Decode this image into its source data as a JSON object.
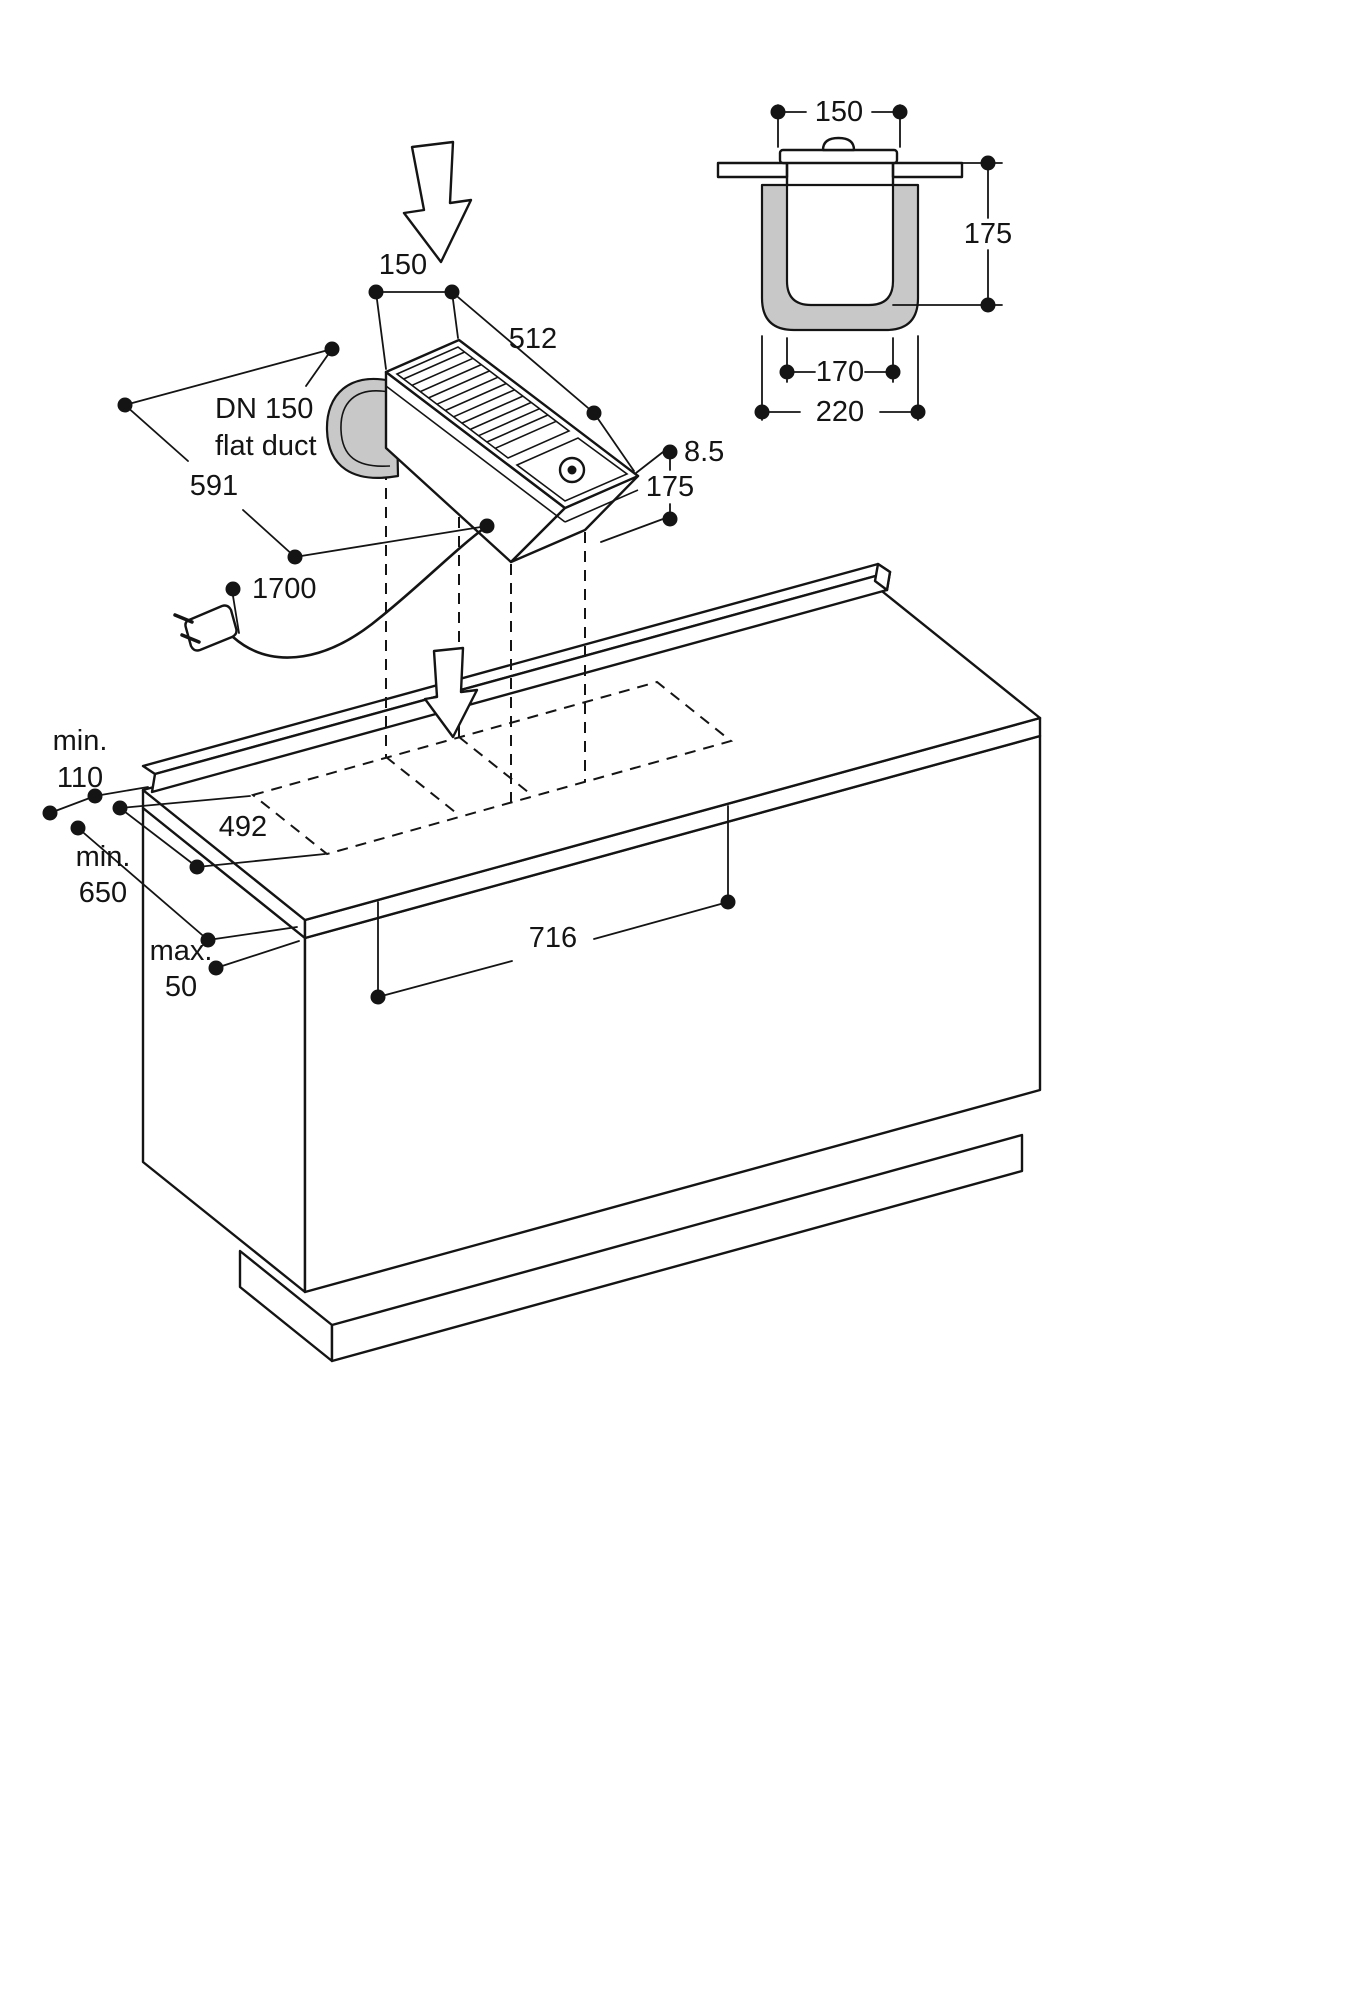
{
  "figure": {
    "name": "Downdraft ventilation installation diagram",
    "colors": {
      "line": "#141414",
      "fill_gray": "#c8c8c8",
      "background": "#ffffff"
    },
    "main_view": {
      "module_width": "150",
      "module_length": "512",
      "duct_label_line1": "DN 150",
      "duct_label_line2": "flat duct",
      "offset_left": "591",
      "cable_length": "1700",
      "rim_height": "8.5",
      "module_height": "175",
      "rear_clearance_line1": "min.",
      "rear_clearance_line2": "110",
      "cutout_depth": "492",
      "worktop_depth_line1": "min.",
      "worktop_depth_line2": "650",
      "worktop_thickness_line1": "max.",
      "worktop_thickness_line2": "50",
      "cutout_offset": "716"
    },
    "detail_view": {
      "top_width": "150",
      "depth_below": "175",
      "inner_width": "170",
      "outer_width": "220"
    }
  }
}
